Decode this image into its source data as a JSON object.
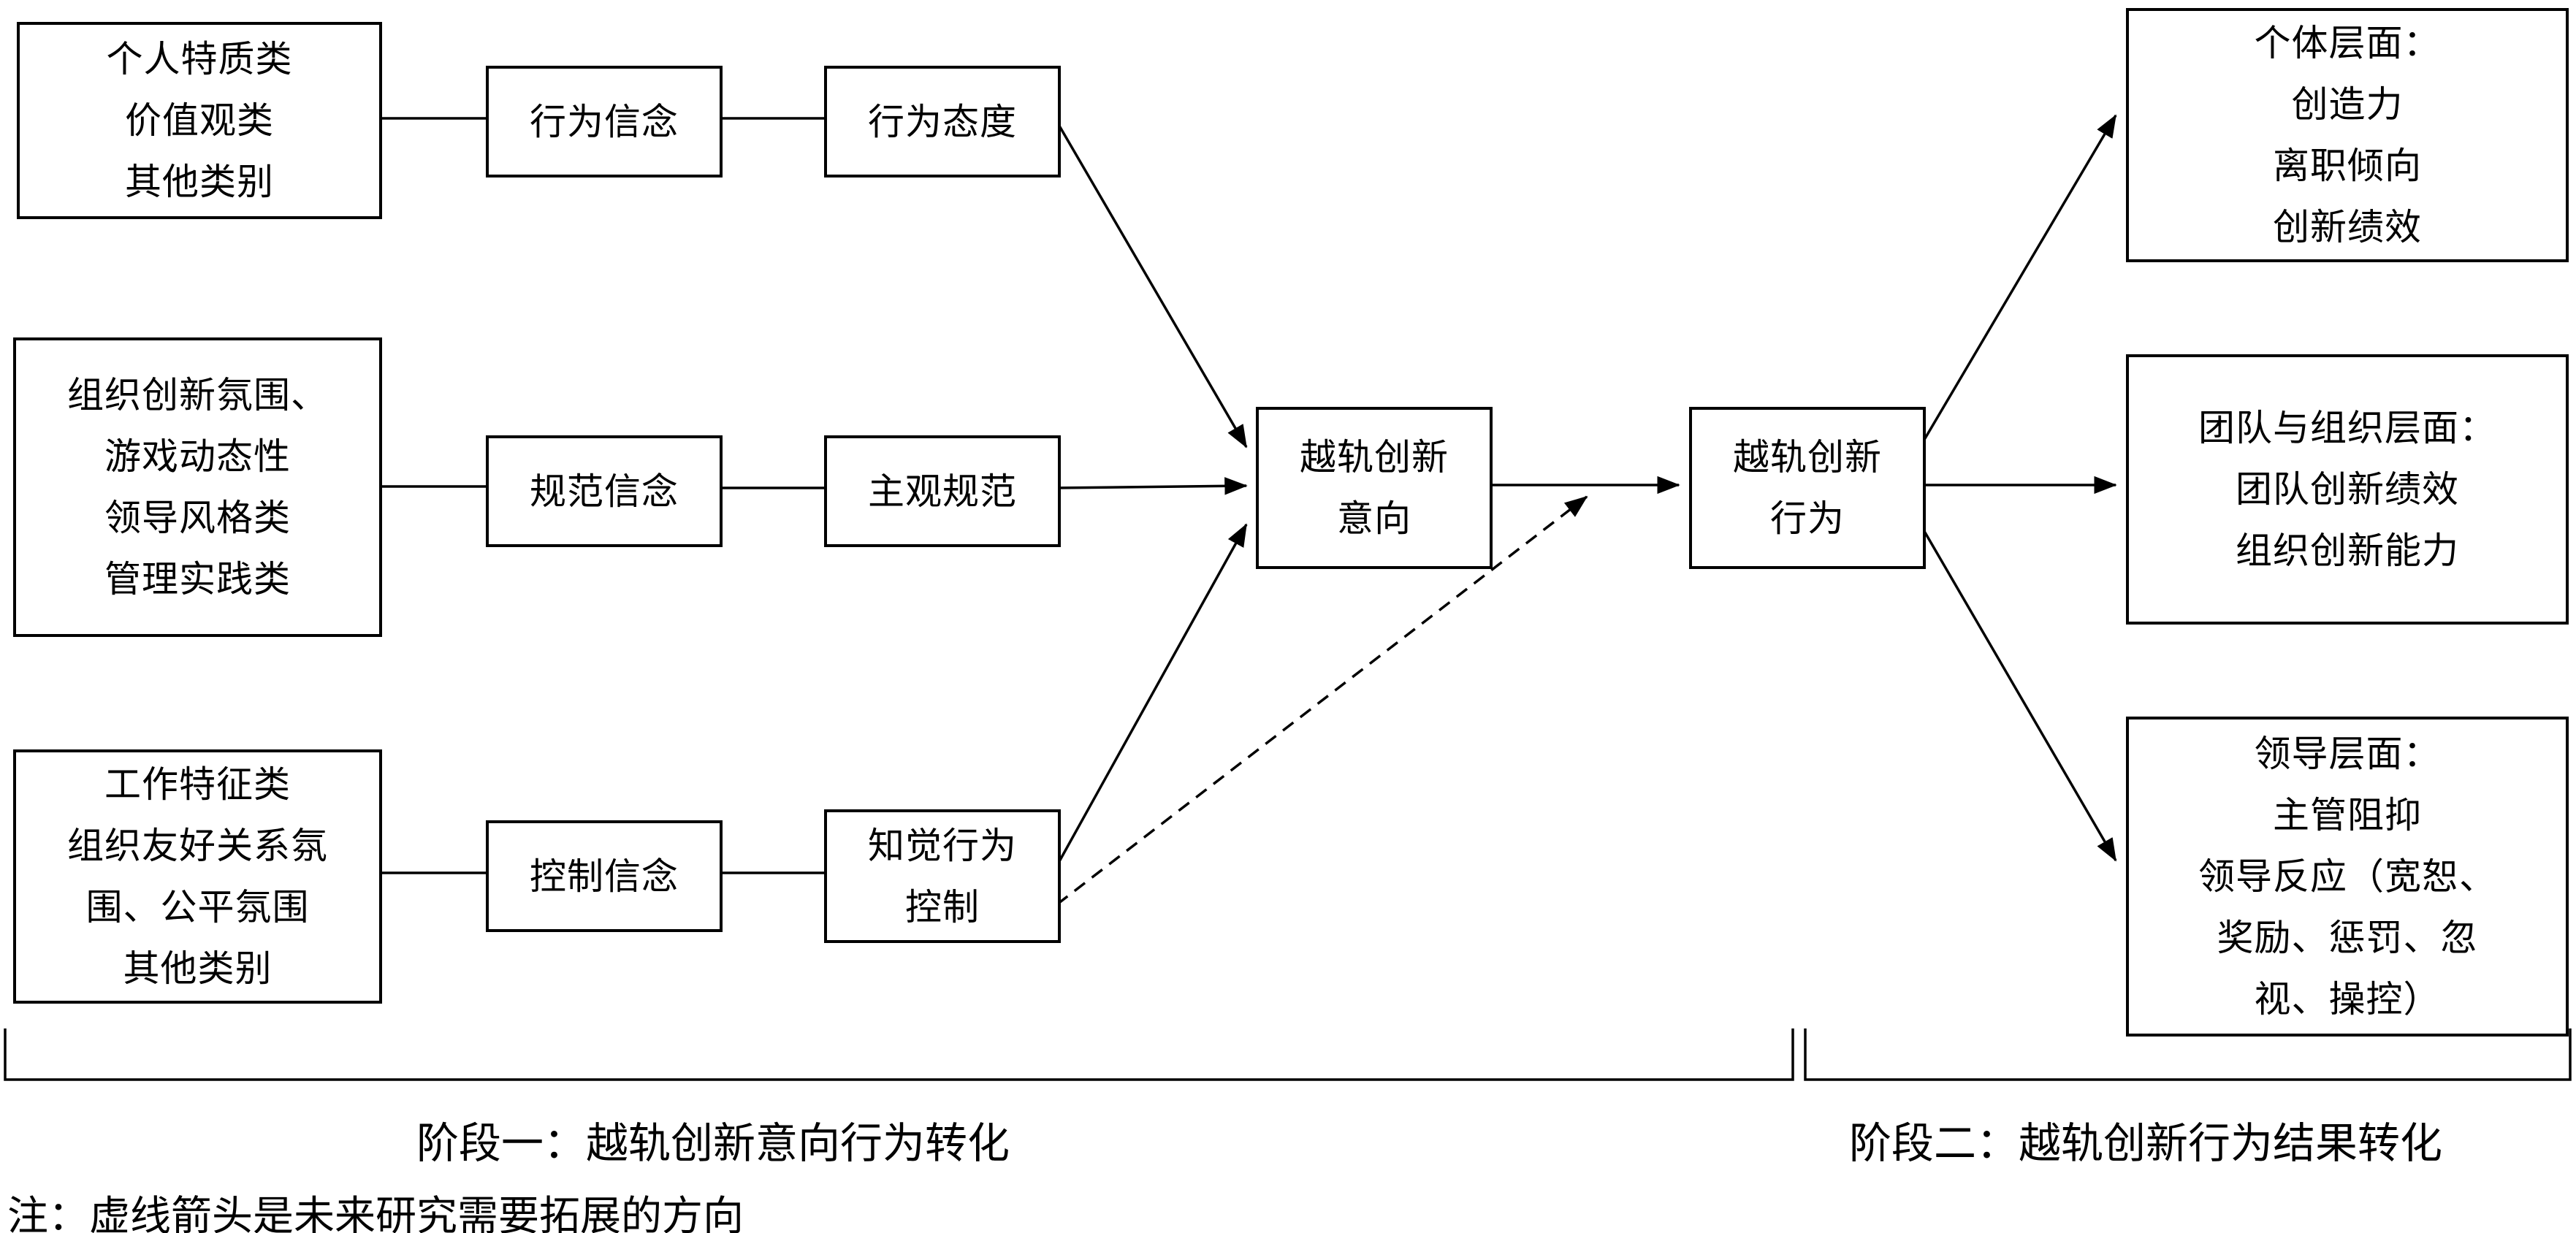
{
  "colors": {
    "line": "#000000",
    "text": "#000000",
    "background": "#ffffff"
  },
  "boxes": {
    "personal": {
      "lines": [
        "个人特质类",
        "价值观类",
        "其他类别"
      ]
    },
    "organizational": {
      "lines": [
        "组织创新氛围、",
        "游戏动态性",
        "领导风格类",
        "管理实践类"
      ]
    },
    "job": {
      "lines": [
        "工作特征类",
        "组织友好关系氛",
        "围、公平氛围",
        "其他类别"
      ]
    },
    "behavioral_beliefs": {
      "label": "行为信念"
    },
    "normative_beliefs": {
      "label": "规范信念"
    },
    "control_beliefs": {
      "label": "控制信念"
    },
    "attitude": {
      "label": "行为态度"
    },
    "subjective_norm": {
      "label": "主观规范"
    },
    "pbc": {
      "lines": [
        "知觉行为",
        "控制"
      ]
    },
    "intention": {
      "lines": [
        "越轨创新",
        "意向"
      ]
    },
    "behavior": {
      "lines": [
        "越轨创新",
        "行为"
      ]
    },
    "individual_outcomes": {
      "lines": [
        "个体层面：",
        "创造力",
        "离职倾向",
        "创新绩效"
      ]
    },
    "team_outcomes": {
      "lines": [
        "团队与组织层面：",
        "团队创新绩效",
        "组织创新能力"
      ]
    },
    "leader_outcomes": {
      "lines": [
        "领导层面：",
        "主管阻抑",
        "领导反应（宽恕、",
        "奖励、惩罚、忽",
        "视、操控）"
      ]
    }
  },
  "stages": {
    "stage1": "阶段一：越轨创新意向行为转化",
    "stage2": "阶段二：越轨创新行为结果转化"
  },
  "note": "注：虚线箭头是未来研究需要拓展的方向"
}
